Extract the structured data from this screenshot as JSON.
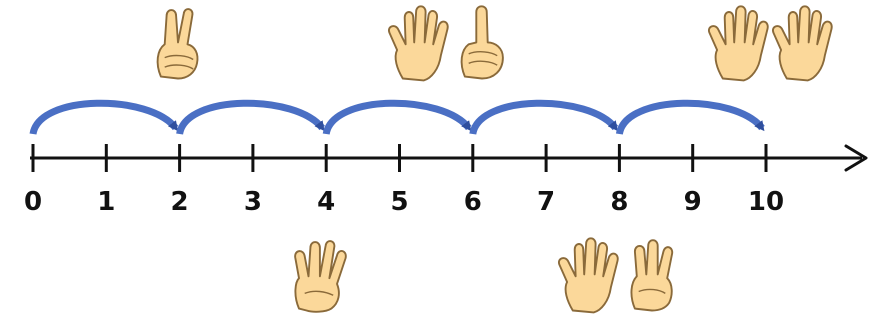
{
  "number_line": {
    "ticks": [
      "0",
      "1",
      "2",
      "3",
      "4",
      "5",
      "6",
      "7",
      "8",
      "9",
      "10"
    ],
    "jumps": [
      [
        0,
        2
      ],
      [
        2,
        4
      ],
      [
        4,
        6
      ],
      [
        6,
        8
      ],
      [
        8,
        10
      ]
    ]
  },
  "hand_groups": [
    {
      "name": "hand-count-2",
      "fingers": [
        2
      ],
      "position": "above",
      "at": 2
    },
    {
      "name": "hand-count-6",
      "fingers": [
        5,
        1
      ],
      "position": "above",
      "at": 6
    },
    {
      "name": "hand-count-10",
      "fingers": [
        5,
        5
      ],
      "position": "above",
      "at": 10
    },
    {
      "name": "hand-count-4",
      "fingers": [
        4
      ],
      "position": "below",
      "at": 4
    },
    {
      "name": "hand-count-8",
      "fingers": [
        5,
        3
      ],
      "position": "below",
      "at": 8
    }
  ],
  "colors": {
    "line": "#111111",
    "arc": "#4a6fc4",
    "arc_dark": "#2f4f9e",
    "skin": "#fbd89a",
    "skin_outline": "#8a6a3a"
  }
}
